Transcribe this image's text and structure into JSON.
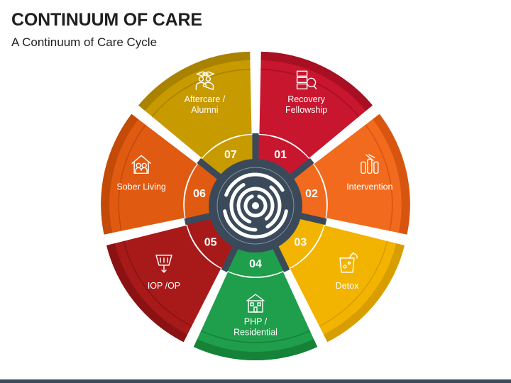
{
  "header": {
    "title": "CONTINUUM OF CARE",
    "subtitle": "A Continuum of Care Cycle"
  },
  "colors": {
    "hub": "#3a4a5a",
    "hub_light": "#b9c5cf",
    "gap": "#ffffff"
  },
  "segments": [
    {
      "number": "01",
      "lines": [
        "Recovery",
        "Fellowship"
      ],
      "color": "#c8162e",
      "dark": "#a80f23",
      "icon": "server-search-icon"
    },
    {
      "number": "02",
      "lines": [
        "Intervention"
      ],
      "color": "#f26a1d",
      "dark": "#d85510",
      "icon": "lab-tubes-icon"
    },
    {
      "number": "03",
      "lines": [
        "Detox"
      ],
      "color": "#f2b400",
      "dark": "#d89e00",
      "icon": "detox-drink-icon"
    },
    {
      "number": "04",
      "lines": [
        "PHP /",
        "Residential"
      ],
      "color": "#1f9e4c",
      "dark": "#158238",
      "icon": "building-icon"
    },
    {
      "number": "05",
      "lines": [
        "IOP /OP"
      ],
      "color": "#a81a1a",
      "dark": "#8a1212",
      "icon": "filter-funnel-icon"
    },
    {
      "number": "06",
      "lines": [
        "Sober Living"
      ],
      "color": "#e05a12",
      "dark": "#c44a08",
      "icon": "family-house-icon"
    },
    {
      "number": "07",
      "lines": [
        "Aftercare /",
        "Alumni"
      ],
      "color": "#c79a00",
      "dark": "#a98200",
      "icon": "graduates-icon"
    }
  ]
}
